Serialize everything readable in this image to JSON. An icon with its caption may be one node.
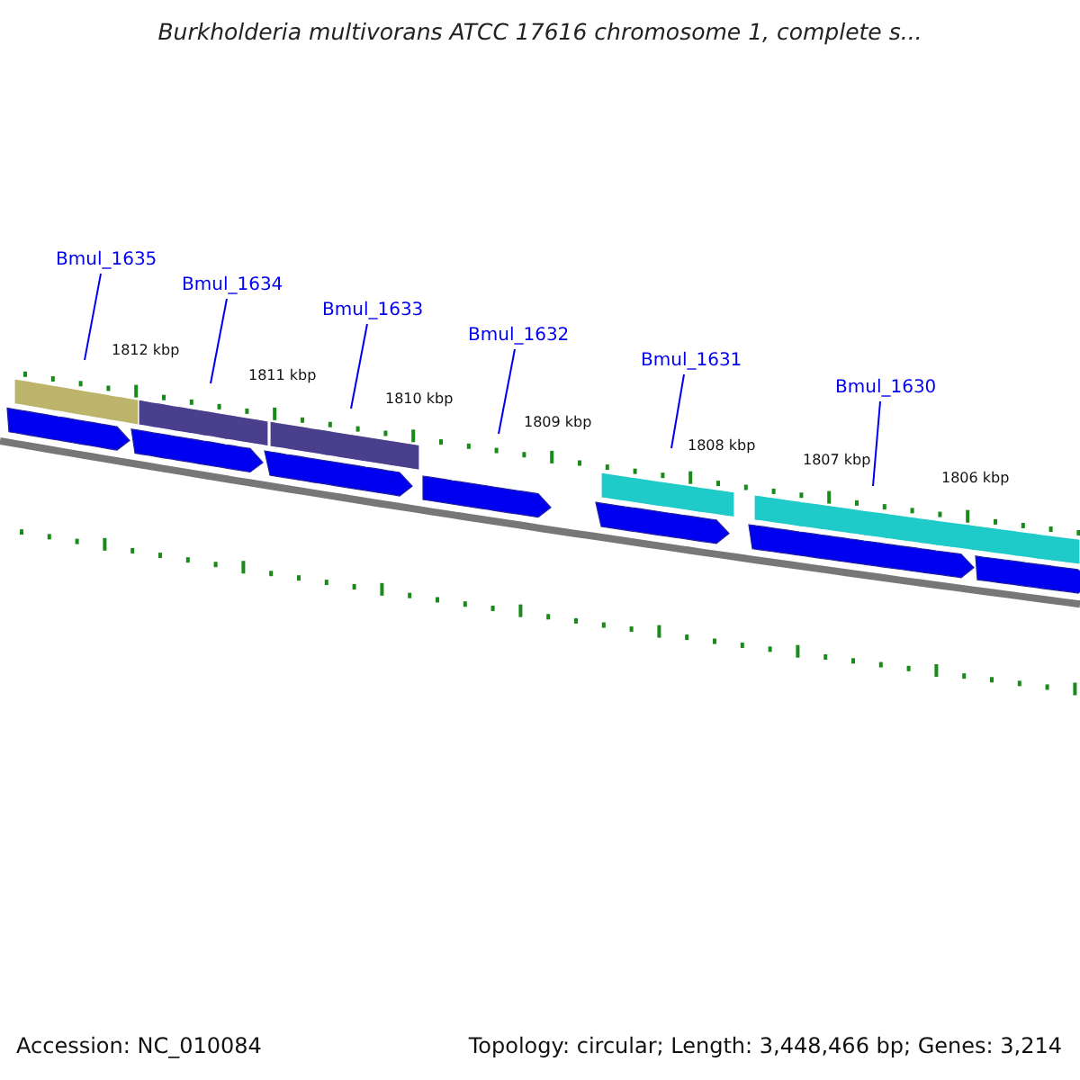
{
  "diagram": {
    "title": "Burkholderia multivorans ATCC 17616 chromosome 1, complete s...",
    "nodes": [
      {
        "text": [
          "Bmul_1635"
        ]
      },
      {
        "text": [
          "Bmul_1634"
        ]
      },
      {
        "text": [
          "Bmul_1633"
        ]
      },
      {
        "text": [
          "Bmul_1632"
        ]
      },
      {
        "text": [
          "Bmul_1631"
        ]
      },
      {
        "text": [
          "Bmul_1630"
        ]
      }
    ],
    "edges": [
      {
        "from": 0,
        "to": null,
        "arrow": "none"
      },
      {
        "from": 1,
        "to": null,
        "arrow": "none"
      },
      {
        "from": 2,
        "to": null,
        "arrow": "none"
      },
      {
        "from": 3,
        "to": null,
        "arrow": "none"
      },
      {
        "from": 4,
        "to": null,
        "arrow": "none"
      },
      {
        "from": 5,
        "to": null,
        "arrow": "none"
      }
    ],
    "labels": [
      "1812 kbp",
      "1811 kbp",
      "1810 kbp",
      "1809 kbp",
      "1808 kbp",
      "1807 kbp",
      "1806 kbp",
      "Accession: NC_010084",
      "Topology: circular; Length: 3,448,466 bp; Genes: 3,214"
    ]
  }
}
